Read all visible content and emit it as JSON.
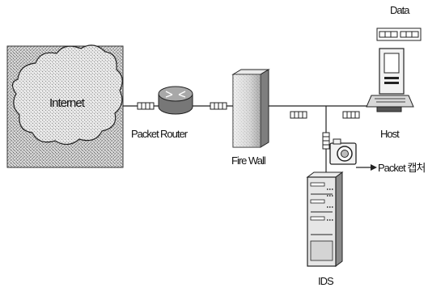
{
  "diagram": {
    "internet": "Internet",
    "packet": "Packet",
    "router": "Router",
    "firewall": "Fire Wall",
    "host": "Host",
    "data": "Data",
    "packet_capture": "Packet 캡처",
    "ids": "IDS"
  }
}
